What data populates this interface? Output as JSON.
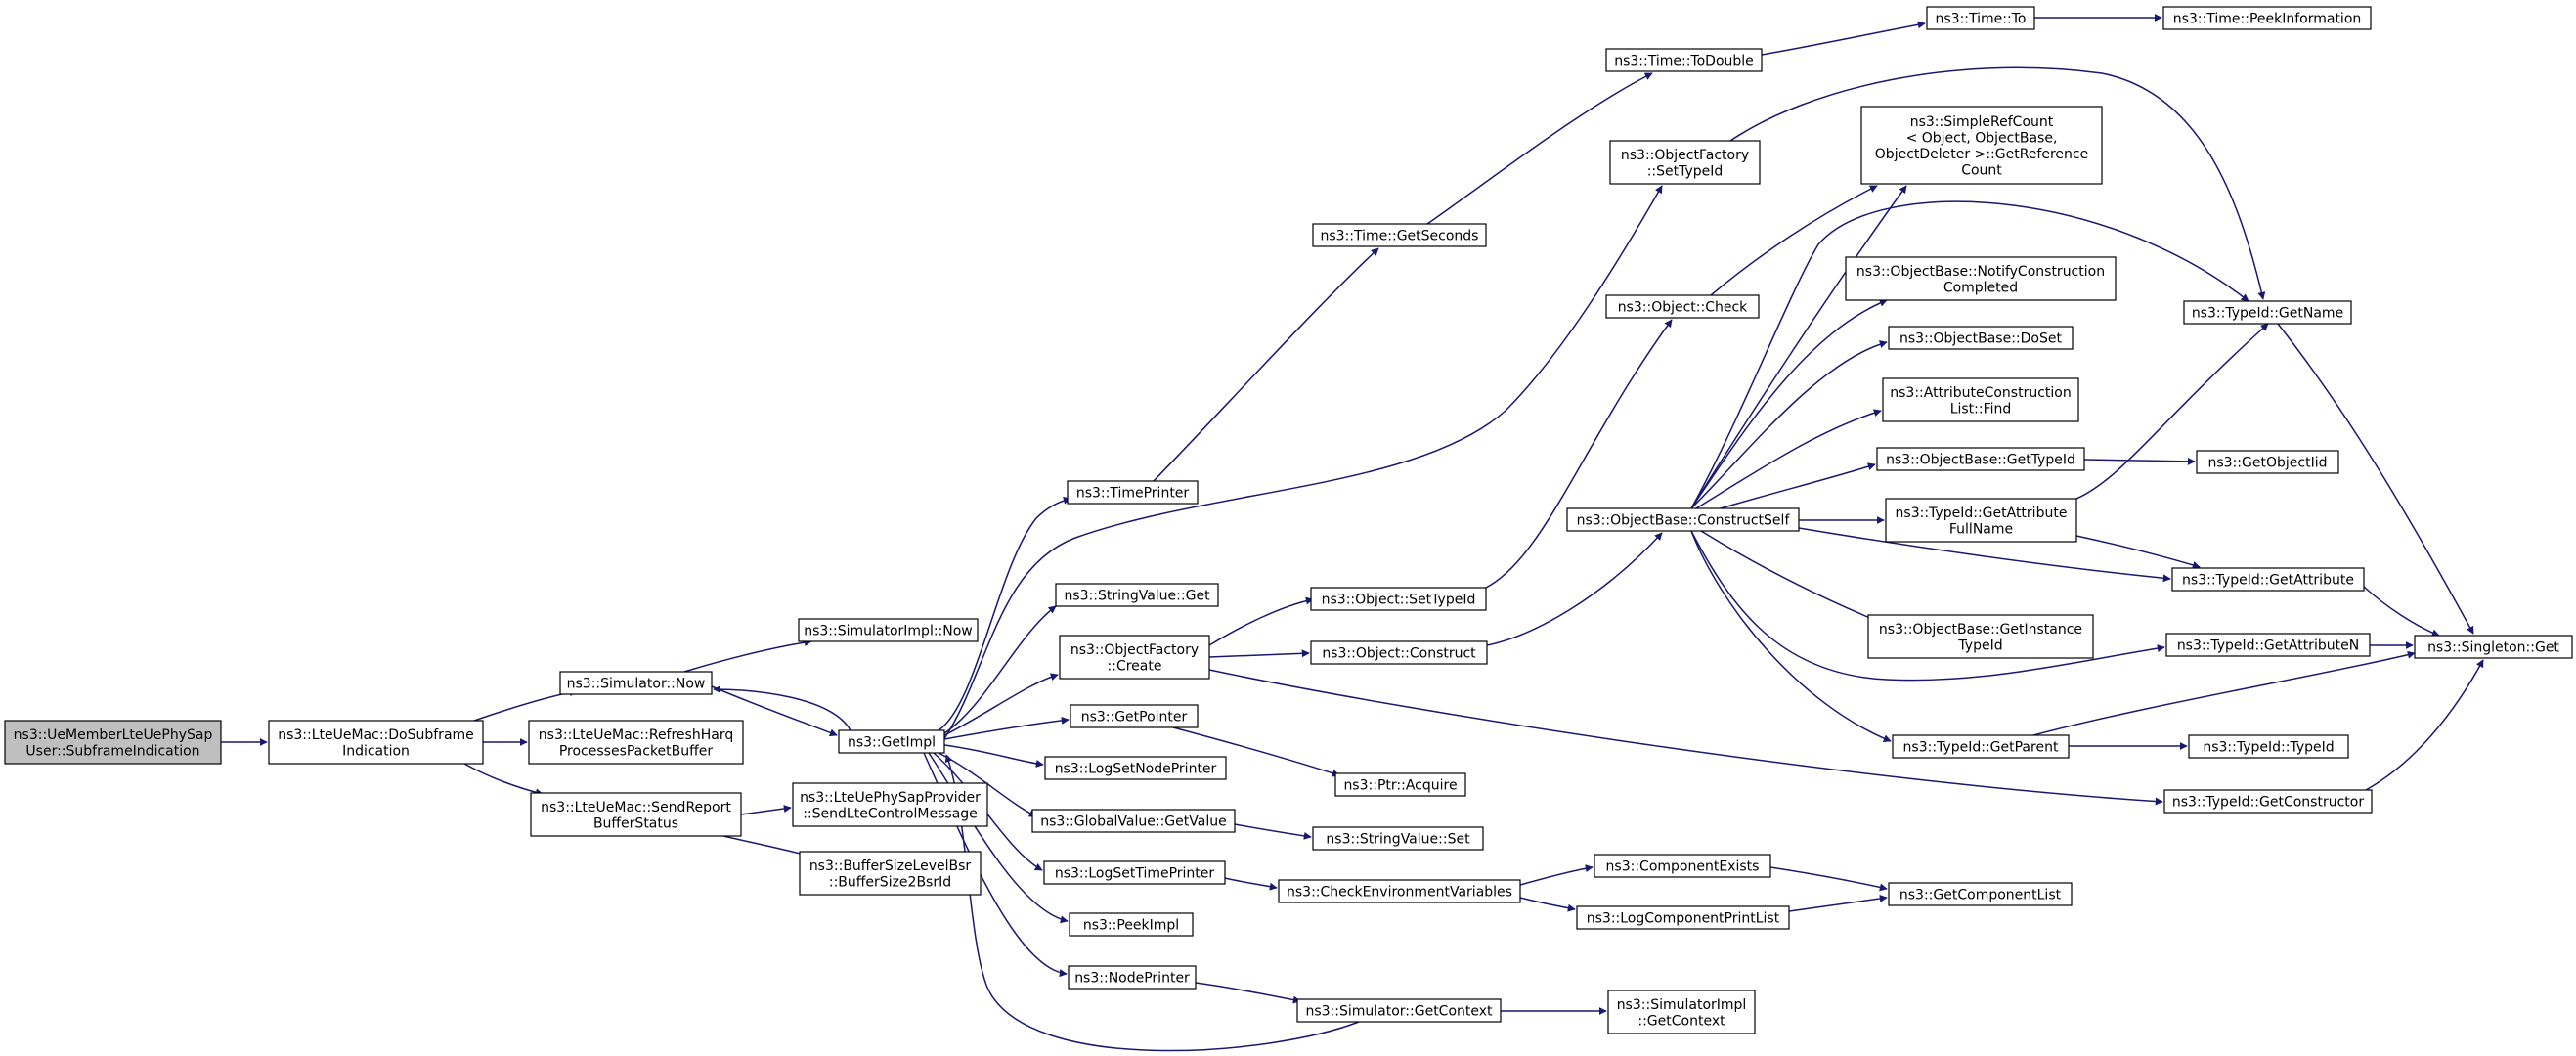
{
  "colors": {
    "edge": "#191970",
    "node_fill": "#ffffff",
    "root_fill": "#bfbfbf",
    "node_border": "#000000",
    "truncated_border": "#ff0000"
  },
  "nodes": {
    "ue_subframe": {
      "lines": [
        "ns3::UeMemberLteUePhySap",
        "User::SubframeIndication"
      ]
    },
    "do_subframe": {
      "lines": [
        "ns3::LteUeMac::DoSubframe",
        "Indication"
      ]
    },
    "sim_now": {
      "lines": [
        "ns3::Simulator::Now"
      ]
    },
    "refresh_harq": {
      "lines": [
        "ns3::LteUeMac::RefreshHarq",
        "ProcessesPacketBuffer"
      ]
    },
    "send_report": {
      "lines": [
        "ns3::LteUeMac::SendReport",
        "BufferStatus"
      ]
    },
    "simimpl_now": {
      "lines": [
        "ns3::SimulatorImpl::Now"
      ]
    },
    "get_impl": {
      "lines": [
        "ns3::GetImpl"
      ]
    },
    "send_lte_ctrl": {
      "lines": [
        "ns3::LteUePhySapProvider",
        "::SendLteControlMessage"
      ]
    },
    "bsr": {
      "lines": [
        "ns3::BufferSizeLevelBsr",
        "::BufferSize2BsrId"
      ]
    },
    "time_printer": {
      "lines": [
        "ns3::TimePrinter"
      ]
    },
    "string_get": {
      "lines": [
        "ns3::StringValue::Get"
      ]
    },
    "objfactory_create": {
      "lines": [
        "ns3::ObjectFactory",
        "::Create"
      ]
    },
    "get_pointer": {
      "lines": [
        "ns3::GetPointer"
      ]
    },
    "log_node_printer": {
      "lines": [
        "ns3::LogSetNodePrinter"
      ]
    },
    "global_get": {
      "lines": [
        "ns3::GlobalValue::GetValue"
      ]
    },
    "log_time_printer": {
      "lines": [
        "ns3::LogSetTimePrinter"
      ]
    },
    "peek_impl": {
      "lines": [
        "ns3::PeekImpl"
      ]
    },
    "node_printer": {
      "lines": [
        "ns3::NodePrinter"
      ]
    },
    "time_getseconds": {
      "lines": [
        "ns3::Time::GetSeconds"
      ]
    },
    "obj_settypeid": {
      "lines": [
        "ns3::Object::SetTypeId"
      ]
    },
    "obj_construct": {
      "lines": [
        "ns3::Object::Construct"
      ]
    },
    "ptr_acquire": {
      "lines": [
        "ns3::Ptr::Acquire"
      ]
    },
    "string_set": {
      "lines": [
        "ns3::StringValue::Set"
      ]
    },
    "check_env": {
      "lines": [
        "ns3::CheckEnvironmentVariables"
      ]
    },
    "sim_getcontext": {
      "lines": [
        "ns3::Simulator::GetContext"
      ]
    },
    "time_todouble": {
      "lines": [
        "ns3::Time::ToDouble"
      ]
    },
    "objfactory_settypeid": {
      "lines": [
        "ns3::ObjectFactory",
        "::SetTypeId"
      ]
    },
    "obj_check": {
      "lines": [
        "ns3::Object::Check"
      ]
    },
    "objbase_constructself": {
      "lines": [
        "ns3::ObjectBase::ConstructSelf"
      ]
    },
    "component_exists": {
      "lines": [
        "ns3::ComponentExists"
      ]
    },
    "log_component_list": {
      "lines": [
        "ns3::LogComponentPrintList"
      ]
    },
    "simimpl_getcontext": {
      "lines": [
        "ns3::SimulatorImpl",
        "::GetContext"
      ]
    },
    "time_to": {
      "lines": [
        "ns3::Time::To"
      ]
    },
    "simple_refcount": {
      "lines": [
        "ns3::SimpleRefCount",
        "< Object, ObjectBase,",
        "ObjectDeleter >::GetReference",
        "Count"
      ]
    },
    "notify_construction": {
      "lines": [
        "ns3::ObjectBase::NotifyConstruction",
        "Completed"
      ]
    },
    "objbase_doset": {
      "lines": [
        "ns3::ObjectBase::DoSet"
      ]
    },
    "attr_construction_find": {
      "lines": [
        "ns3::AttributeConstruction",
        "List::Find"
      ]
    },
    "objbase_gettypeid": {
      "lines": [
        "ns3::ObjectBase::GetTypeId"
      ]
    },
    "typeid_getattr_fullname": {
      "lines": [
        "ns3::TypeId::GetAttribute",
        "FullName"
      ]
    },
    "objbase_getinstance_typeid": {
      "lines": [
        "ns3::ObjectBase::GetInstance",
        "TypeId"
      ]
    },
    "typeid_getparent": {
      "lines": [
        "ns3::TypeId::GetParent"
      ]
    },
    "get_component_list": {
      "lines": [
        "ns3::GetComponentList"
      ]
    },
    "time_peekinfo": {
      "lines": [
        "ns3::Time::PeekInformation"
      ]
    },
    "typeid_getname": {
      "lines": [
        "ns3::TypeId::GetName"
      ]
    },
    "get_object_iid": {
      "lines": [
        "ns3::GetObjectIid"
      ]
    },
    "typeid_getattribute": {
      "lines": [
        "ns3::TypeId::GetAttribute"
      ]
    },
    "typeid_getattributen": {
      "lines": [
        "ns3::TypeId::GetAttributeN"
      ]
    },
    "typeid_typeid": {
      "lines": [
        "ns3::TypeId::TypeId"
      ]
    },
    "typeid_getconstructor": {
      "lines": [
        "ns3::TypeId::GetConstructor"
      ]
    },
    "singleton_get": {
      "lines": [
        "ns3::Singleton::Get"
      ]
    }
  }
}
